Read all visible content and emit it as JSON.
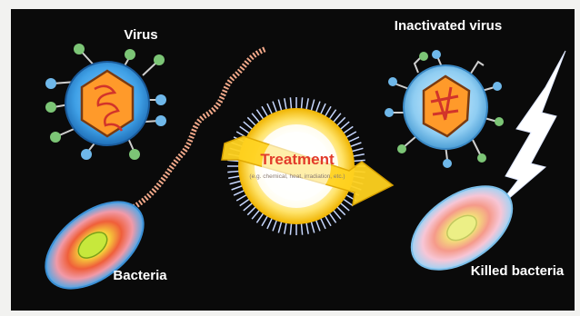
{
  "labels": {
    "virus": "Virus",
    "bacteria": "Bacteria",
    "inactivated_virus": "Inactivated virus",
    "killed_bacteria": "Killed bacteria",
    "treatment": "Treatment",
    "treatment_sub": "(e.g. chemical, heat, irradiation, etc.)"
  },
  "colors": {
    "background": "#0a0a0a",
    "virus_body": "#3fa0e6",
    "capsid": "#ff9a2a",
    "treatment_text": "#e23b2a",
    "arrow": "#ffd21f"
  }
}
